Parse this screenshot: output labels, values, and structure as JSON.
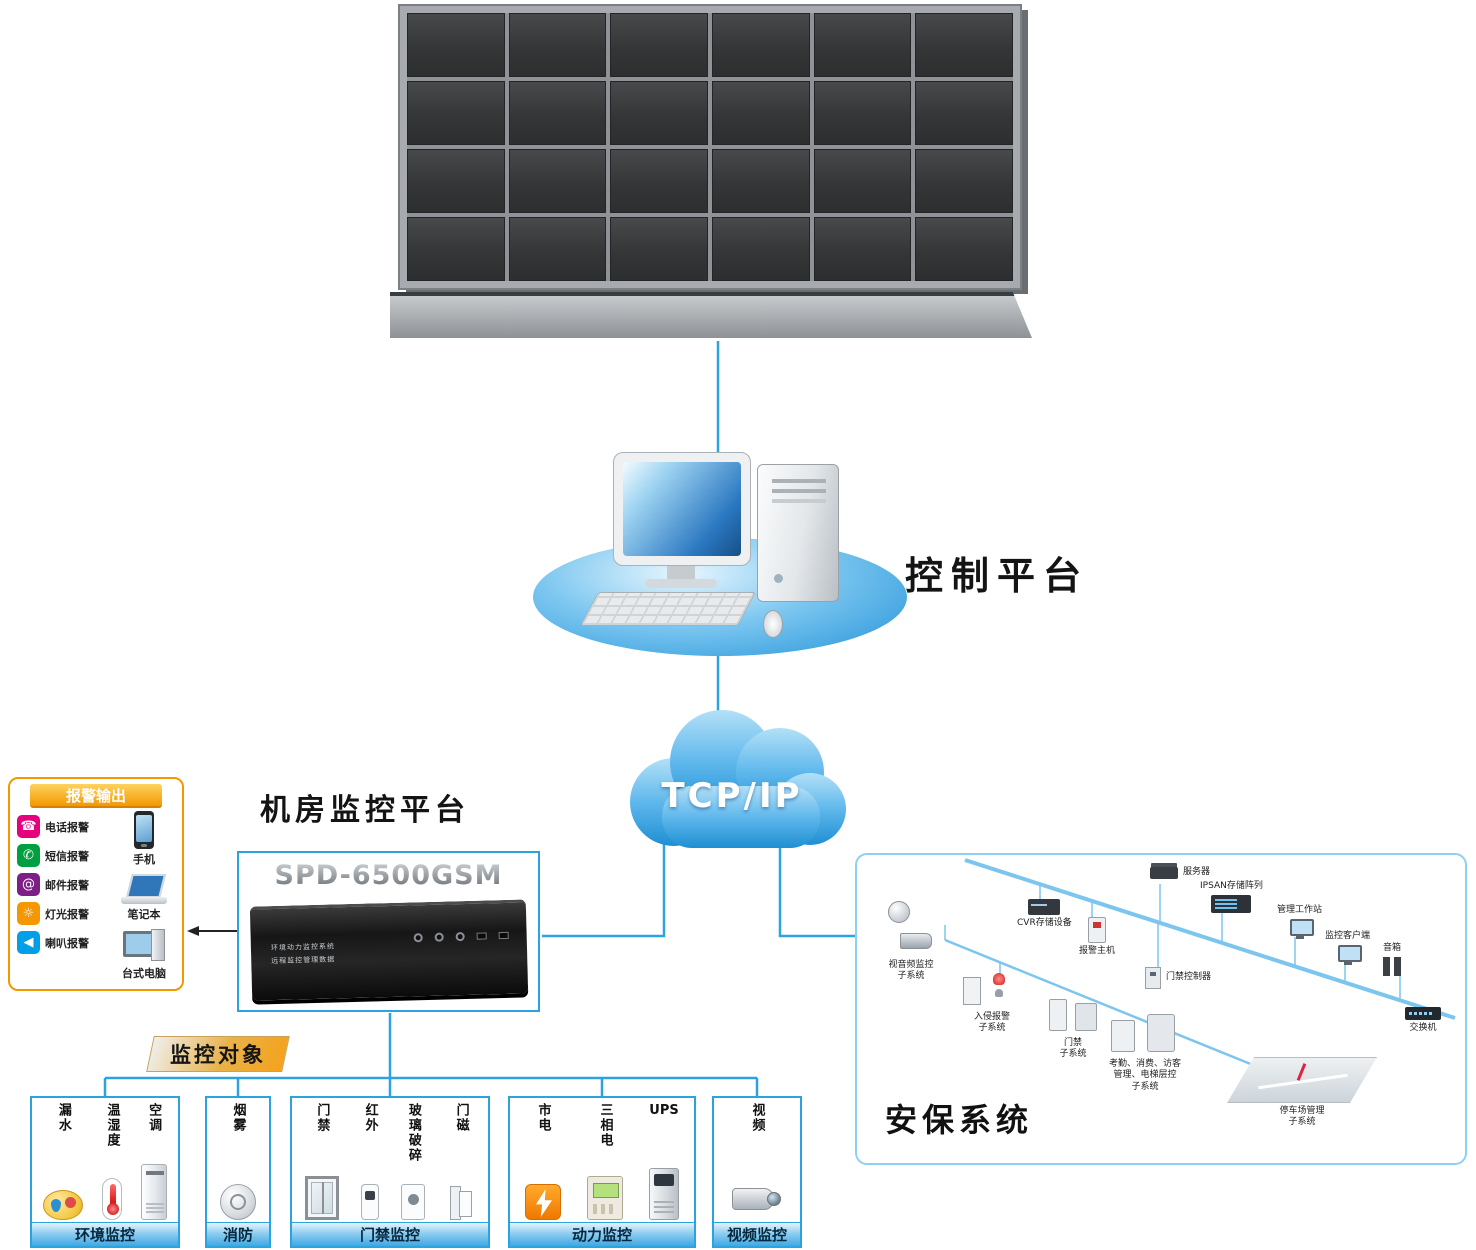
{
  "video_wall": {
    "rows": 4,
    "cols": 6
  },
  "control_platform": {
    "label": "控制平台"
  },
  "network": {
    "cloud_label": "TCP/IP"
  },
  "room_platform": {
    "title": "机房监控平台",
    "model": "SPD-6500GSM",
    "caption1": "环境动力监控系统",
    "caption2": "远程监控管理数据"
  },
  "alarm_panel": {
    "header": "报警输出",
    "items": [
      {
        "label": "电话报警",
        "icon": "telephone-alarm-icon",
        "color": "#e6007e",
        "glyph": "☎"
      },
      {
        "label": "短信报警",
        "icon": "sms-alarm-icon",
        "color": "#00a040",
        "glyph": "✆"
      },
      {
        "label": "邮件报警",
        "icon": "email-alarm-icon",
        "color": "#7d1f86",
        "glyph": "@"
      },
      {
        "label": "灯光报警",
        "icon": "light-alarm-icon",
        "color": "#f39800",
        "glyph": "☼"
      },
      {
        "label": "喇叭报警",
        "icon": "speaker-alarm-icon",
        "color": "#00a0e9",
        "glyph": "◀"
      }
    ],
    "devices": [
      {
        "label": "手机",
        "icon": "mobile-phone-icon"
      },
      {
        "label": "笔记本",
        "icon": "laptop-icon"
      },
      {
        "label": "台式电脑",
        "icon": "desktop-computer-icon"
      }
    ]
  },
  "monitor_objects": {
    "title": "监控对象",
    "groups": [
      {
        "name": "环境监控",
        "items": [
          {
            "label": "漏水",
            "icon": "water-leak-icon"
          },
          {
            "label": "温湿度",
            "icon": "temp-humidity-icon"
          },
          {
            "label": "空调",
            "icon": "air-conditioner-icon"
          }
        ]
      },
      {
        "name": "消防",
        "items": [
          {
            "label": "烟雾",
            "icon": "smoke-detector-icon"
          }
        ]
      },
      {
        "name": "门禁监控",
        "items": [
          {
            "label": "门禁",
            "icon": "door-access-icon"
          },
          {
            "label": "红外",
            "icon": "infrared-icon"
          },
          {
            "label": "玻璃破碎",
            "icon": "glass-break-icon"
          },
          {
            "label": "门磁",
            "icon": "door-magnet-icon"
          }
        ]
      },
      {
        "name": "动力监控",
        "items": [
          {
            "label": "市电",
            "icon": "mains-power-icon"
          },
          {
            "label": "三相电",
            "icon": "three-phase-icon"
          },
          {
            "label": "UPS",
            "icon": "ups-icon",
            "horizontal": true
          }
        ]
      },
      {
        "name": "视频监控",
        "items": [
          {
            "label": "视频",
            "icon": "video-camera-icon"
          }
        ]
      }
    ]
  },
  "security_system": {
    "title": "安保系统",
    "nodes": [
      {
        "label": "服务器",
        "icon": "server-icon"
      },
      {
        "label": "IPSAN存储阵列",
        "icon": "storage-array-icon"
      },
      {
        "label": "管理工作站",
        "icon": "workstation-icon"
      },
      {
        "label": "监控客户端",
        "icon": "monitor-client-icon"
      },
      {
        "label": "音箱",
        "icon": "speaker-box-icon"
      },
      {
        "label": "CVR存储设备",
        "icon": "cvr-storage-icon"
      },
      {
        "label": "报警主机",
        "icon": "alarm-host-icon"
      },
      {
        "label": "门禁控制器",
        "icon": "access-controller-icon"
      },
      {
        "label": "视音频监控\n子系统",
        "icon": "av-monitor-icon"
      },
      {
        "label": "入侵报警\n子系统",
        "icon": "intrusion-alarm-icon"
      },
      {
        "label": "门禁\n子系统",
        "icon": "access-subsystem-icon"
      },
      {
        "label": "考勤、消费、访客\n管理、电梯层控\n子系统",
        "icon": "attendance-subsystem-icon"
      },
      {
        "label": "停车场管理\n子系统",
        "icon": "parking-subsystem-icon"
      },
      {
        "label": "交换机",
        "icon": "switch-icon"
      }
    ]
  },
  "colors": {
    "connector_blue": "#2ba3e0",
    "security_bus_blue": "#7cc5ee",
    "alarm_orange": "#f39800"
  }
}
